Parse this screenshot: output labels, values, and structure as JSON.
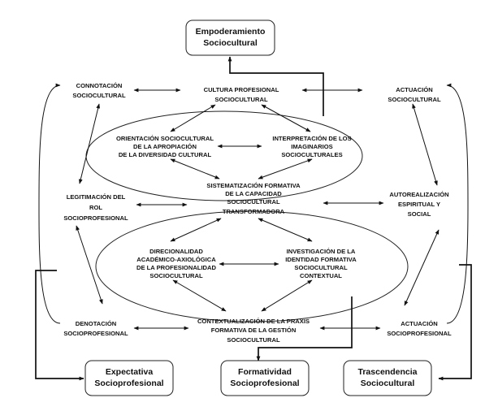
{
  "boxes": {
    "empoderamiento": [
      "Empoderamiento",
      "Sociocultural"
    ],
    "expectativa": [
      "Expectativa",
      "Socioprofesional"
    ],
    "formatividad": [
      "Formatividad",
      "Socioprofesional"
    ],
    "trascendencia": [
      "Trascendencia",
      "Sociocultural"
    ]
  },
  "nodes": {
    "connotacion": [
      "CONNOTACIÓN",
      "SOCIOCULTURAL"
    ],
    "cultura_profesional": [
      "CULTURA PROFESIONAL",
      "SOCIOCULTURAL"
    ],
    "actuacion_sociocultural": [
      "ACTUACIÓN",
      "SOCIOCULTURAL"
    ],
    "orientacion": [
      "ORIENTACIÓN SOCIOCULTURAL",
      "DE LA APROPIACIÓN",
      "DE LA DIVERSIDAD CULTURAL"
    ],
    "interpretacion": [
      "INTERPRETACIÓN DE LOS",
      "IMAGINARIOS",
      "SOCIOCULTURALES"
    ],
    "legitimacion": [
      "LEGITIMACIÓN DEL",
      "ROL",
      "SOCIOPROFESIONAL"
    ],
    "sistematizacion": [
      "SISTEMATIZACIÓN FORMATIVA",
      "DE LA CAPACIDAD",
      "SOCIOCULTURAL",
      "TRANSFORMADORA"
    ],
    "autorealizacion": [
      "AUTOREALIZACIÓN",
      "ESPIRITUAL Y",
      "SOCIAL"
    ],
    "direccionalidad": [
      "DIRECIONALIDAD",
      "ACADÉMICO-AXIOLÓGICA",
      "DE LA PROFESIONALIDAD",
      "SOCIOCULTURAL"
    ],
    "investigacion": [
      "INVESTIGACIÓN DE LA",
      "IDENTIDAD FORMATIVA",
      "SOCIOCULTURAL",
      "CONTEXTUAL"
    ],
    "denotacion": [
      "DENOTACIÓN",
      "SOCIOPROFESIONAL"
    ],
    "contextualizacion": [
      "CONTEXTUALIZACIÓN DE LA PRAXIS",
      "FORMATIVA DE LA GESTIÓN",
      "SOCIOCULTURAL"
    ],
    "actuacion_socioprofesional": [
      "ACTUACIÓN",
      "SOCIOPROFESIONAL"
    ]
  }
}
